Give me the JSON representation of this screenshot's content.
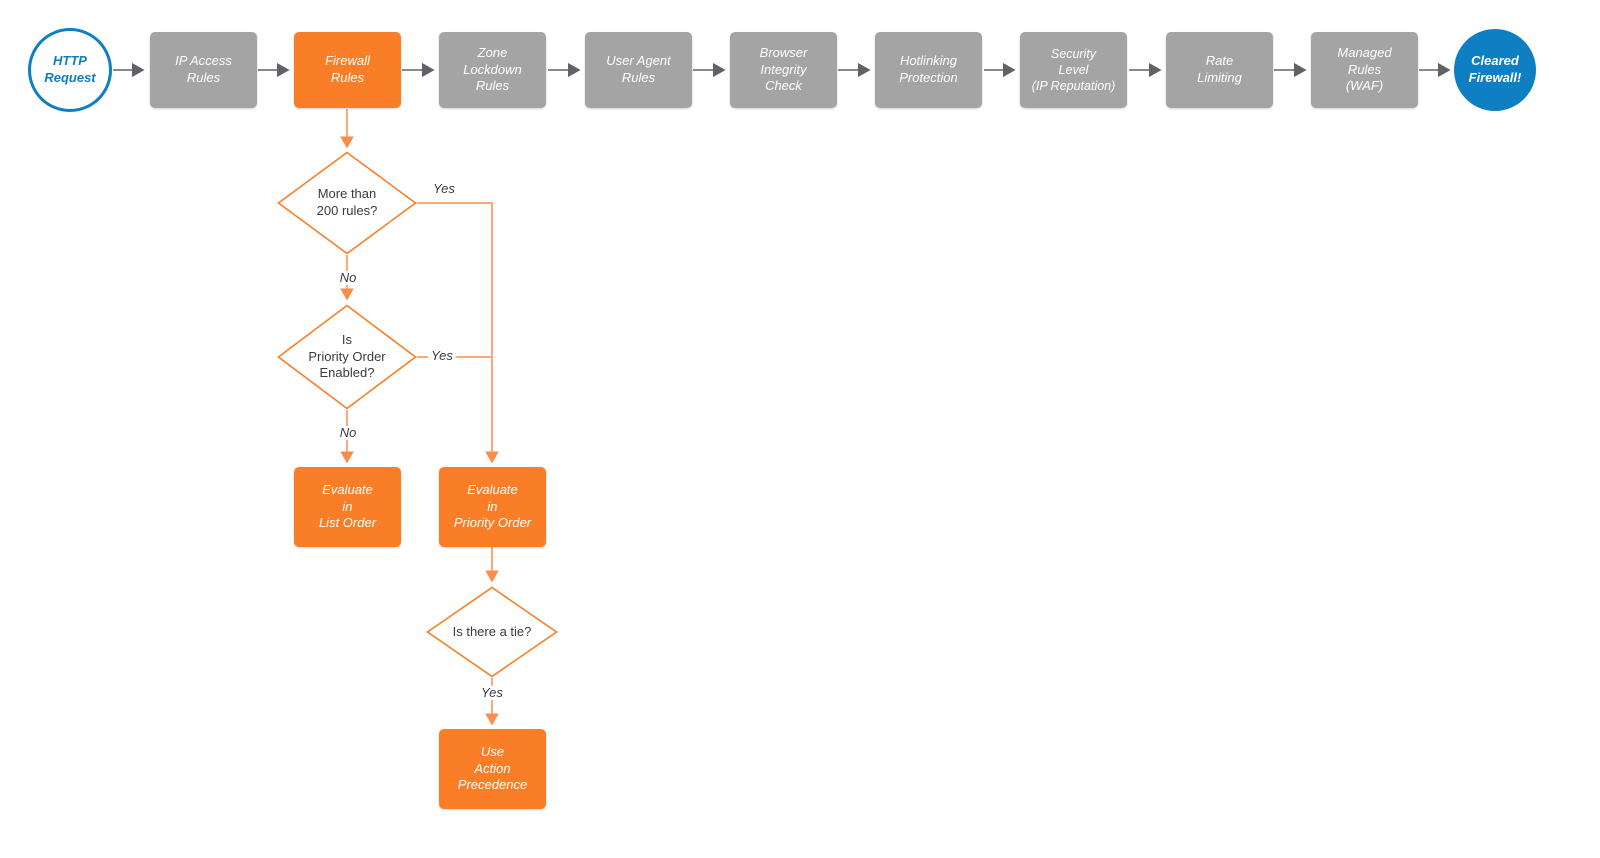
{
  "title": "Cloudflare firewall request evaluation flowchart",
  "colors": {
    "orange": "#fa7e28",
    "gray": "#a4a4a4",
    "blue": "#0e7fc2",
    "line_gray": "#5f6368",
    "line_orange": "#fb8c4c"
  },
  "pipeline": [
    {
      "label": "HTTP\nRequest",
      "type": "start"
    },
    {
      "label": "IP Access\nRules",
      "type": "stage"
    },
    {
      "label": "Firewall\nRules",
      "type": "stage-highlight"
    },
    {
      "label": "Zone\nLockdown\nRules",
      "type": "stage"
    },
    {
      "label": "User Agent\nRules",
      "type": "stage"
    },
    {
      "label": "Browser\nIntegrity\nCheck",
      "type": "stage"
    },
    {
      "label": "Hotlinking\nProtection",
      "type": "stage"
    },
    {
      "label": "Security\nLevel\n(IP Reputation)",
      "type": "stage"
    },
    {
      "label": "Rate\nLimiting",
      "type": "stage"
    },
    {
      "label": "Managed\nRules\n(WAF)",
      "type": "stage"
    },
    {
      "label": "Cleared\nFirewall!",
      "type": "end"
    }
  ],
  "decisions": {
    "more_than_200": {
      "label": "More than\n200 rules?"
    },
    "priority_order_enabled": {
      "label": "Is\nPriority Order\nEnabled?"
    },
    "is_there_a_tie": {
      "label": "Is there a tie?"
    }
  },
  "processes": {
    "evaluate_list_order": {
      "label": "Evaluate\nin\nList Order"
    },
    "evaluate_priority_order": {
      "label": "Evaluate\nin\nPriority Order"
    },
    "use_action_precedence": {
      "label": "Use\nAction\nPrecedence"
    }
  },
  "edge_labels": {
    "yes_200": "Yes",
    "no_200": "No",
    "yes_priority": "Yes",
    "no_priority": "No",
    "yes_tie": "Yes"
  }
}
